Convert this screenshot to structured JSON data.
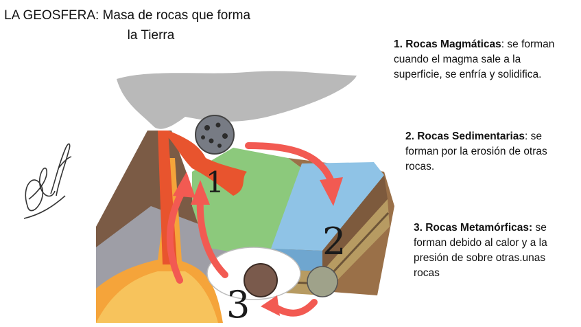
{
  "title": {
    "line1": "LA GEOSFERA: Masa de rocas que forma",
    "line2": "la Tierra"
  },
  "notes": [
    {
      "heading": "1. Rocas Magmáticas",
      "text": ": se forman cuando el magma sale a la superficie, se enfría y solidifica."
    },
    {
      "heading": "2. Rocas Sedimentarias",
      "text": ": se forman por la erosión de otras rocas."
    },
    {
      "heading": "3. Rocas Metamórficas:",
      "text": " se forman debido al calor y a la presión de  sobre otras.unas rocas"
    }
  ],
  "diagram": {
    "stage_numbers": [
      "1",
      "2",
      "3"
    ],
    "arrow_color": "#f25a52",
    "magma_color": "#f5a43a",
    "water_color": "#8fc3e6",
    "grass_color": "#8cc97c",
    "smoke_color": "#b9b9b9"
  },
  "signature": {
    "icon": "signature-scribble"
  }
}
